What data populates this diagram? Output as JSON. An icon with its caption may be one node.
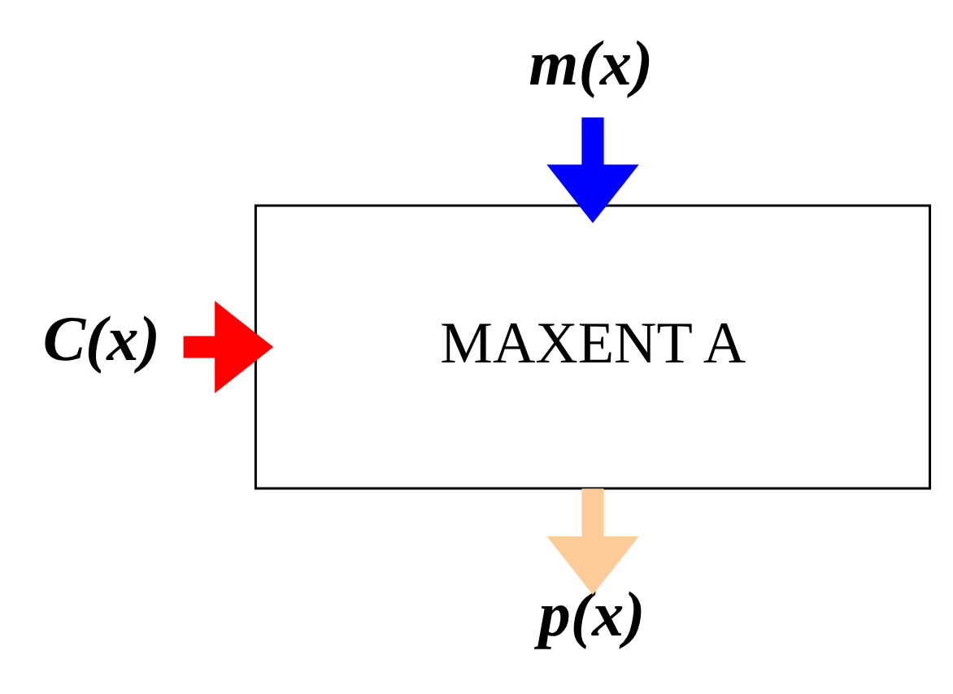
{
  "diagram": {
    "nodes": [
      {
        "text": [
          "m(x)"
        ]
      },
      {
        "text": [
          "C(x)"
        ]
      },
      {
        "text": [
          "MAXENT A"
        ]
      },
      {
        "text": [
          "p(x)"
        ]
      }
    ],
    "edges": [
      {
        "from": 0,
        "to": 2,
        "arrow": "to",
        "color": "#0000ff"
      },
      {
        "from": 1,
        "to": 2,
        "arrow": "to",
        "color": "#ff0000"
      },
      {
        "from": 2,
        "to": 3,
        "arrow": "to",
        "color": "#ffcc99"
      }
    ]
  }
}
